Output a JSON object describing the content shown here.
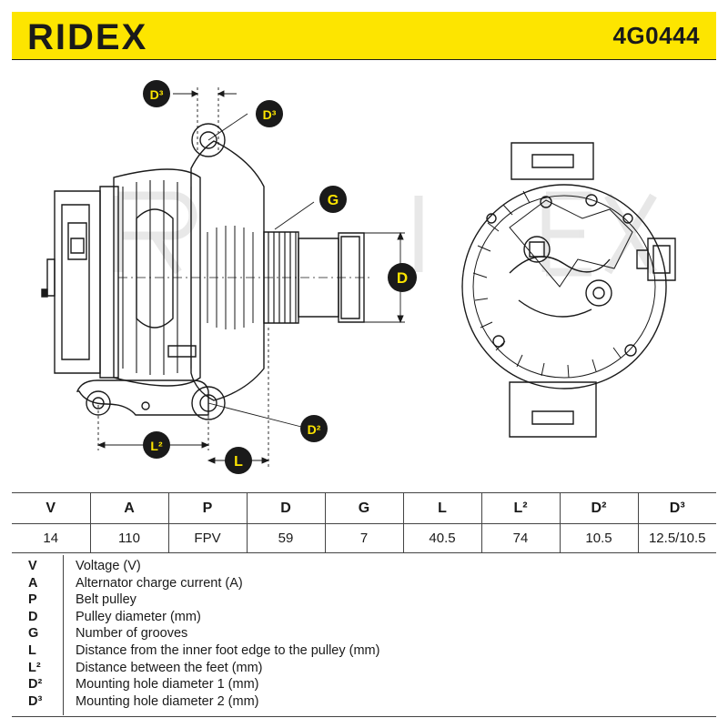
{
  "header": {
    "brand": "RIDEX",
    "part_number": "4G0444",
    "brand_color": "#fde500"
  },
  "callouts": {
    "d3_top": "D³",
    "d3_right": "D³",
    "g": "G",
    "d": "D",
    "d2": "D²",
    "l2": "L²",
    "l": "L"
  },
  "table": {
    "headers": [
      "V",
      "A",
      "P",
      "D",
      "G",
      "L",
      "L²",
      "D²",
      "D³"
    ],
    "values": [
      "14",
      "110",
      "FPV",
      "59",
      "7",
      "40.5",
      "74",
      "10.5",
      "12.5/10.5"
    ]
  },
  "legend": [
    {
      "key": "V",
      "desc": "Voltage (V)"
    },
    {
      "key": "A",
      "desc": "Alternator charge current (A)"
    },
    {
      "key": "P",
      "desc": "Belt pulley"
    },
    {
      "key": "D",
      "desc": "Pulley diameter (mm)"
    },
    {
      "key": "G",
      "desc": "Number of grooves"
    },
    {
      "key": "L",
      "desc": "Distance from the inner foot edge to the pulley (mm)"
    },
    {
      "key": "L²",
      "desc": "Distance between the feet (mm)"
    },
    {
      "key": "D²",
      "desc": "Mounting hole diameter 1 (mm)"
    },
    {
      "key": "D³",
      "desc": "Mounting hole diameter 2 (mm)"
    }
  ]
}
